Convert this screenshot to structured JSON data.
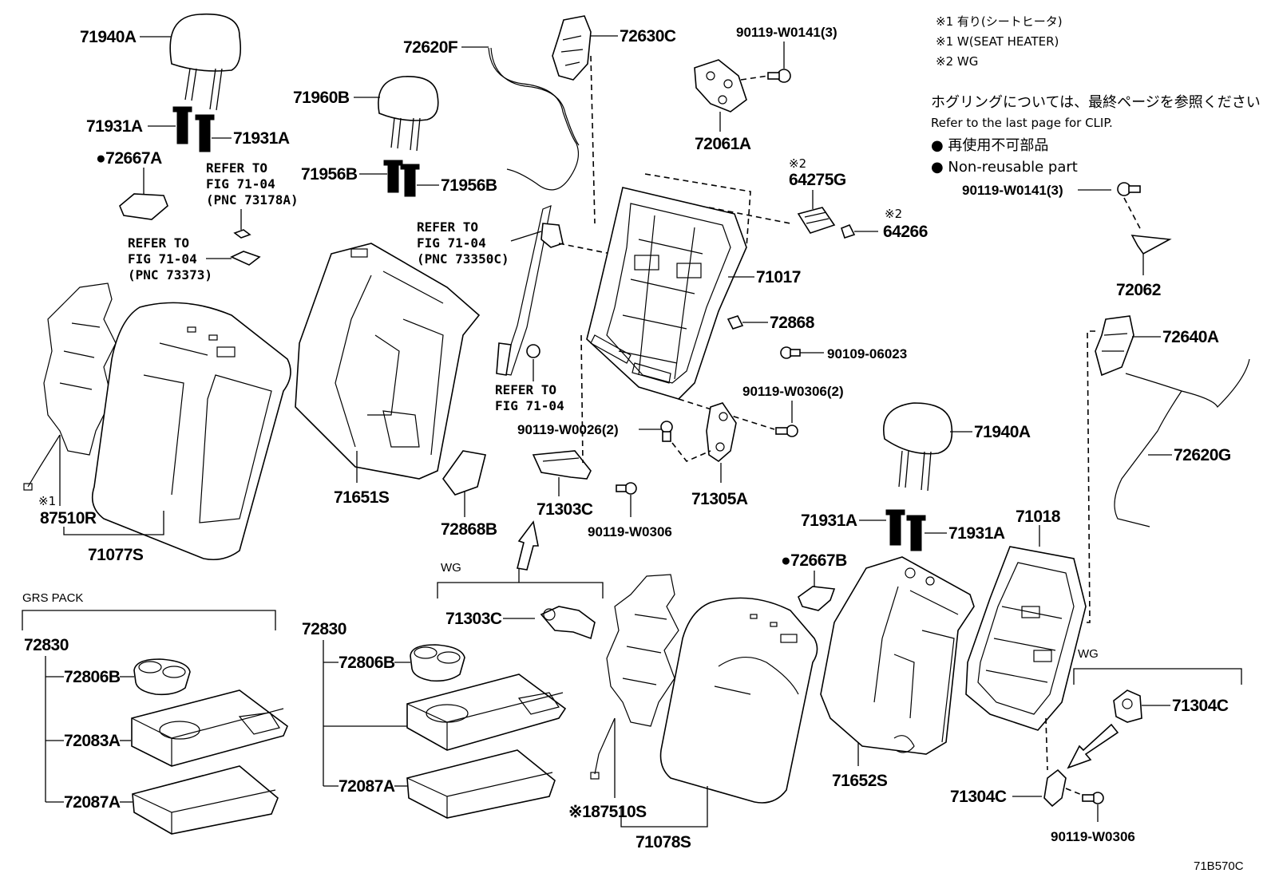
{
  "notes": {
    "n1_ja": "※1 有り(シートヒータ)",
    "n1_en": "※1 W(SEAT HEATER)",
    "n2": "※2 WG",
    "clip_ja": "ホグリングについては、最終ページを参照ください",
    "clip_en": "Refer to the last page for CLIP.",
    "nonreuse_ja": "● 再使用不可部品",
    "nonreuse_en": "● Non-reusable part"
  },
  "labels": {
    "p71940A_top": "71940A",
    "p71931A_l": "71931A",
    "p71931A_r": "71931A",
    "p72667A": "●72667A",
    "ref_73178A_1": "REFER TO",
    "ref_73178A_2": "FIG 71-04",
    "ref_73178A_3": "(PNC 73178A)",
    "ref_73373_1": "REFER TO",
    "ref_73373_2": "FIG 71-04",
    "ref_73373_3": "(PNC 73373)",
    "p71960B": "71960B",
    "p71956B_l": "71956B",
    "p71956B_r": "71956B",
    "p72620F": "72620F",
    "p72630C": "72630C",
    "b90119_W0141_top": "90119-W0141(3)",
    "p72061A": "72061A",
    "p64275G_mark": "※2",
    "p64275G": "64275G",
    "p64266_mark": "※2",
    "p64266": "64266",
    "b90119_W0141_right": "90119-W0141(3)",
    "p72062": "72062",
    "ref_73350C_1": "REFER TO",
    "ref_73350C_2": "FIG 71-04",
    "ref_73350C_3": "(PNC 73350C)",
    "p71017": "71017",
    "p72868": "72868",
    "b90109_06023": "90109-06023",
    "ref_fig_1": "REFER TO",
    "ref_fig_2": "FIG 71-04",
    "b90119_W0306_2": "90119-W0306(2)",
    "p72640A": "72640A",
    "b90119_W0026_2": "90119-W0026(2)",
    "p71305A": "71305A",
    "p71303C_top": "71303C",
    "b90119_W0306_mid": "90119-W0306",
    "p71940A_right": "71940A",
    "p72620G": "72620G",
    "p71651S": "71651S",
    "p72868B": "72868B",
    "p87510R_mark": "※1",
    "p87510R": "87510R",
    "p71077S": "71077S",
    "p71931A_r2l": "71931A",
    "p71931A_r2r": "71931A",
    "p71018": "71018",
    "p72667B": "●72667B",
    "wg_top": "WG",
    "p71303C_wg": "71303C",
    "grs_pack": "GRS PACK",
    "p72830_l": "72830",
    "p72806B_l": "72806B",
    "p72083A": "72083A",
    "p72087A_l": "72087A",
    "p72830_r": "72830",
    "p72806B_r": "72806B",
    "p72087A_r": "72087A",
    "p87510S": "※187510S",
    "p71078S": "71078S",
    "p71652S": "71652S",
    "wg_right": "WG",
    "p71304C_top": "71304C",
    "p71304C_bot": "71304C",
    "b90119_W0306_bot": "90119-W0306",
    "fig_code": "71B570C"
  }
}
